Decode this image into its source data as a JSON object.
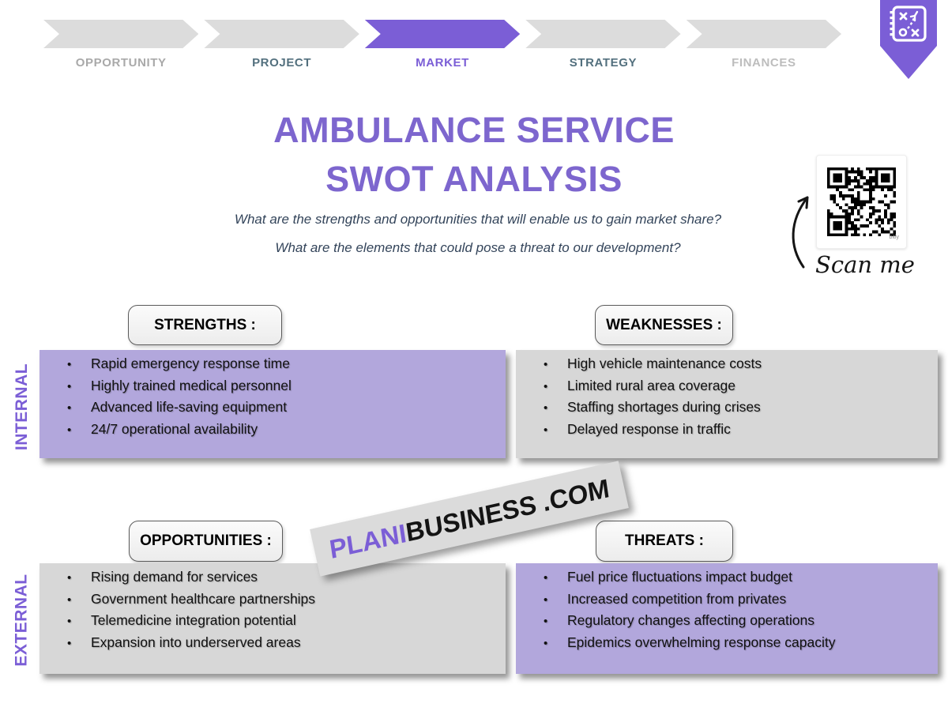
{
  "stepper": {
    "steps": [
      {
        "label": "OPPORTUNITY",
        "chevron_color": "#DCDCDC",
        "label_color": "#A9A9A9",
        "active": false
      },
      {
        "label": "PROJECT",
        "chevron_color": "#DCDCDC",
        "label_color": "#53707E",
        "active": false
      },
      {
        "label": "MARKET",
        "chevron_color": "#7B5ED6",
        "label_color": "#7B5ED6",
        "active": true
      },
      {
        "label": "STRATEGY",
        "chevron_color": "#DCDCDC",
        "label_color": "#53707E",
        "active": false
      },
      {
        "label": "FINANCES",
        "chevron_color": "#DCDCDC",
        "label_color": "#BDBDBD",
        "active": false
      }
    ]
  },
  "ribbon": {
    "icon": "strategy-playbook-icon",
    "color": "#7B5ED6"
  },
  "title": {
    "line1": "AMBULANCE SERVICE",
    "line2": "SWOT ANALYSIS"
  },
  "subtitle": {
    "line1": "What are the strengths and opportunities that will enable us to gain market share?",
    "line2": "What are the elements that could pose a threat to our development?"
  },
  "qr": {
    "scan_label": "Scan me",
    "provider": "bitly"
  },
  "watermark": {
    "part1": "PLANI",
    "part2": "BUSINESS",
    "part3": ".COM"
  },
  "axes": {
    "internal": "INTERNAL",
    "external": "EXTERNAL"
  },
  "quadrants": [
    {
      "id": "strengths",
      "label": "STRENGTHS :",
      "variant": "purple",
      "items": [
        "Rapid emergency response time",
        "Highly trained medical personnel",
        "Advanced life-saving equipment",
        "24/7 operational availability"
      ]
    },
    {
      "id": "weaknesses",
      "label": "WEAKNESSES :",
      "variant": "gray",
      "items": [
        "High vehicle maintenance costs",
        "Limited rural area coverage",
        "Staffing shortages during crises",
        "Delayed response in traffic"
      ]
    },
    {
      "id": "opportunities",
      "label": "OPPORTUNITIES :",
      "variant": "gray",
      "items": [
        "Rising demand for services",
        "Government healthcare partnerships",
        "Telemedicine integration potential",
        "Expansion into underserved areas"
      ]
    },
    {
      "id": "threats",
      "label": "THREATS :",
      "variant": "purple",
      "items": [
        "Fuel price fluctuations impact budget",
        "Increased competition from privates",
        "Regulatory changes affecting operations",
        "Epidemics overwhelming response capacity"
      ]
    }
  ],
  "colors": {
    "accent": "#7B5ED6",
    "title": "#7D66CE",
    "purple_box": "#B2A7DC",
    "gray_box": "#D7D7D7",
    "subtitle_text": "#33445A",
    "bullet_text": "#111111"
  }
}
